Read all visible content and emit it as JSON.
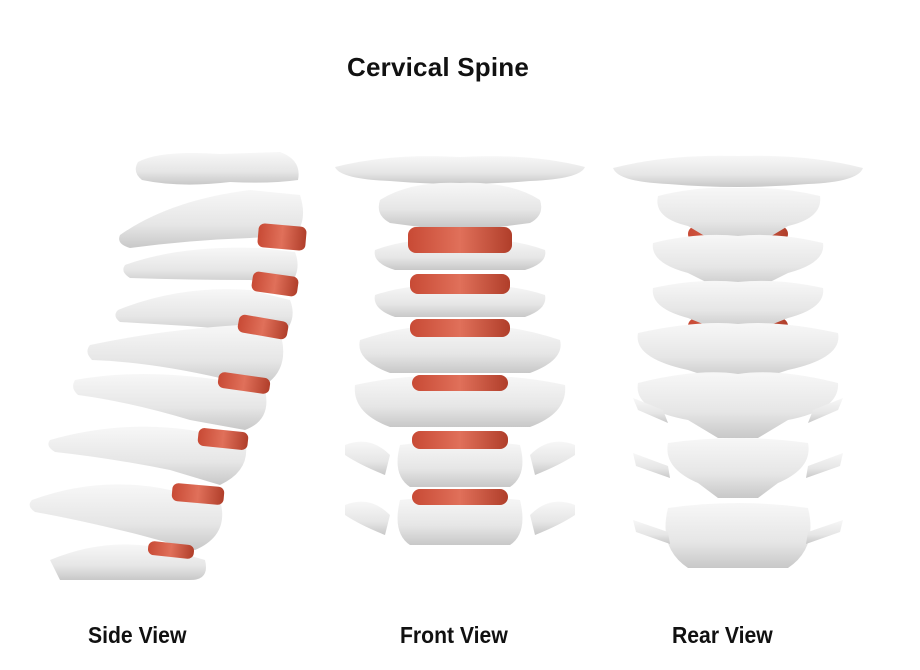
{
  "title": "Cervical Spine",
  "views": [
    {
      "id": "side",
      "label": "Side View"
    },
    {
      "id": "front",
      "label": "Front View"
    },
    {
      "id": "rear",
      "label": "Rear View"
    }
  ],
  "colors": {
    "bone": "#ededed",
    "bone_shadow": "#c9c9c9",
    "disc": "#d9604b",
    "disc_dark": "#b8442f",
    "background": "#ffffff",
    "text": "#111111"
  }
}
